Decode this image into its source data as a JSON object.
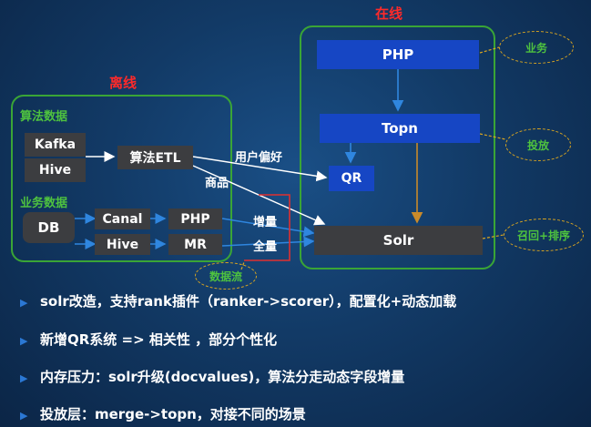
{
  "groups": {
    "online_title": "在线",
    "offline_title": "离线",
    "algo_data_label": "算法数据",
    "biz_data_label": "业务数据"
  },
  "nodes": {
    "php_online": "PHP",
    "topn": "Topn",
    "qr": "QR",
    "solr": "Solr",
    "kafka": "Kafka",
    "hive_top": "Hive",
    "algo_etl": "算法ETL",
    "db": "DB",
    "canal": "Canal",
    "hive_bottom": "Hive",
    "php_offline": "PHP",
    "mr": "MR"
  },
  "edge_labels": {
    "user_pref": "用户偏好",
    "goods": "商品",
    "incremental": "增量",
    "full": "全量"
  },
  "callouts": {
    "business": "业务",
    "delivery": "投放",
    "recall_rank": "召回+排序",
    "data_flow": "数据流"
  },
  "bullets": [
    "solr改造，支持rank插件（ranker->scorer），配置化+动态加载",
    "新增QR系统  => 相关性 ，部分个性化",
    "内存压力：solr升级(docvalues)，算法分走动态字段增量",
    "投放层：merge->topn，对接不同的场景"
  ],
  "colors": {
    "group_border": "#3aa536",
    "group_title": "#ff2a2a",
    "label_green": "#4ec23f",
    "node_blue": "#1646c4",
    "node_gray": "#3c3d40",
    "dashed_ellipse": "#d9a520",
    "red_bracket": "#e03030",
    "bullet_color": "#2b78d4"
  }
}
